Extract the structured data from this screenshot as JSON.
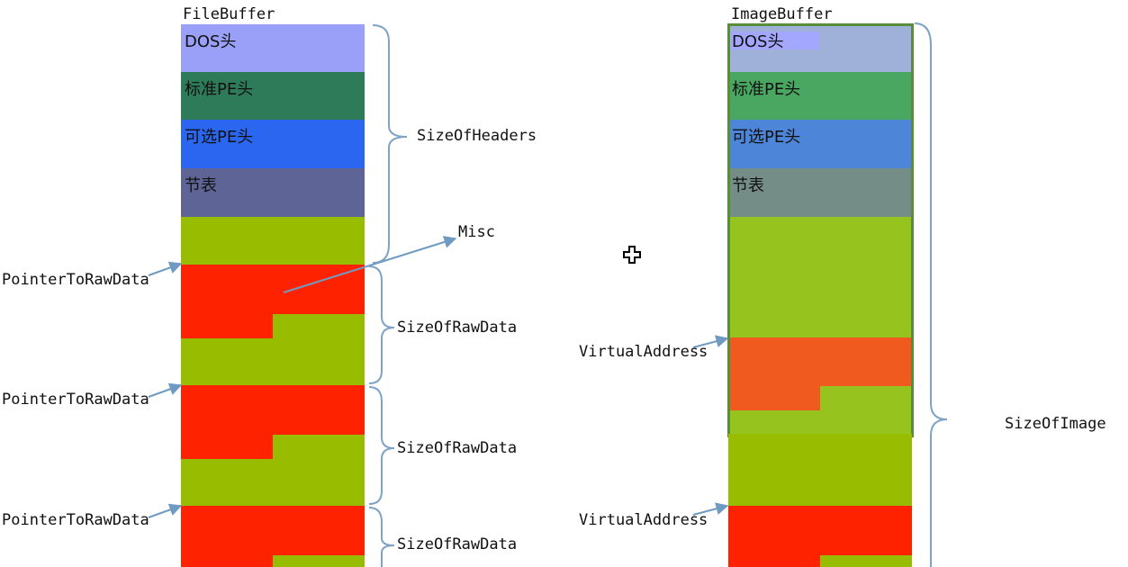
{
  "file_buffer": {
    "title": "FileBuffer",
    "headers": [
      "DOS头",
      "标准PE头",
      "可选PE头",
      "节表"
    ],
    "size_of_headers": "SizeOfHeaders",
    "misc": "Misc",
    "pointer_label": "PointerToRawData",
    "size_of_raw_data": "SizeOfRawData"
  },
  "image_buffer": {
    "title": "ImageBuffer",
    "headers": [
      "DOS头",
      "标准PE头",
      "可选PE头",
      "节表"
    ],
    "virtual_address": "VirtualAddress",
    "size_of_image": "SizeOfImage"
  },
  "colors": {
    "dos": "#9aa0f7",
    "std_pe": "#2e7b5a",
    "opt_pe": "#2b66f0",
    "section_table": "#5f6496",
    "green": "#98bd00",
    "red": "#ff2200",
    "img_dos": "#9fb1d8",
    "img_std_pe": "#4aa761",
    "img_opt_pe": "#4d86d9",
    "img_section_table": "#758d87",
    "img_green": "#96c31e",
    "img_orange": "#f05a1f",
    "img_frame": "#5a8d3a",
    "arrow": "#6f9bc2"
  },
  "icons": {
    "cursor": "move-cursor-icon"
  }
}
